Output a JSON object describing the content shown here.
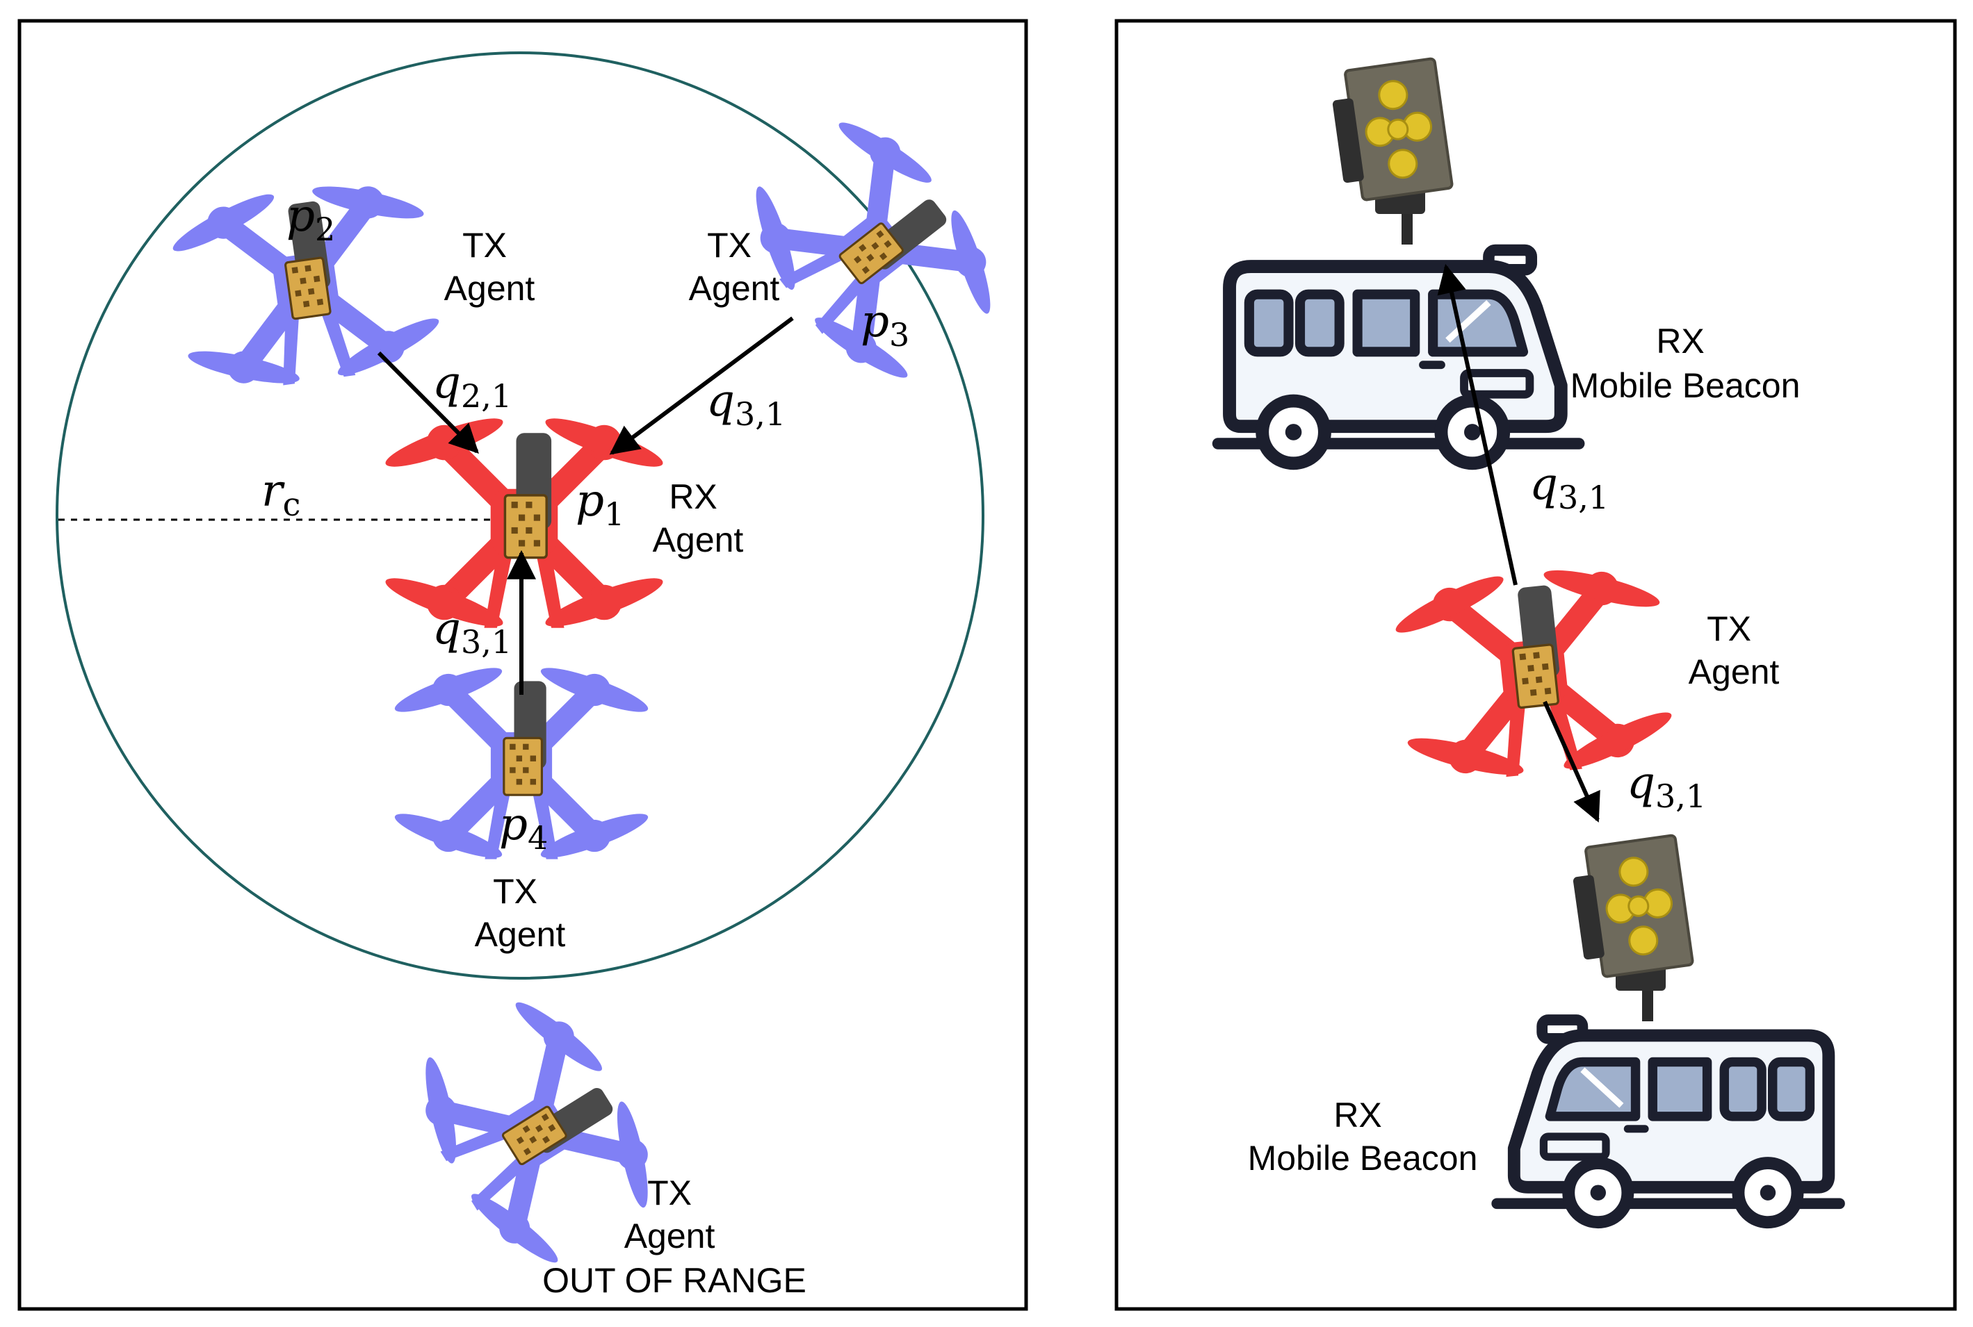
{
  "colors": {
    "tx_drone": "#8080f5",
    "rx_drone": "#f03c3c",
    "circle": "#1f6060",
    "arrow": "#000000",
    "pcb": "#d9a94a",
    "battery": "#4a4a4a",
    "panel": "#6e6a5c",
    "panel_pad": "#e0c22a",
    "van_outline": "#1c1f2e",
    "van_fill": "#f2f6fb"
  },
  "icons": {
    "tx_drone": "quadcopter-icon",
    "rx_drone": "quadcopter-icon",
    "beacon_vehicle": "van-icon",
    "beacon_panel": "antenna-panel-icon"
  },
  "left_panel": {
    "radius_label": {
      "base": "r",
      "sub": "c"
    },
    "agents": [
      {
        "id": "p2",
        "role": "TX",
        "base": "p",
        "sub": "2",
        "line1": "TX",
        "line2": "Agent"
      },
      {
        "id": "p3",
        "role": "TX",
        "base": "p",
        "sub": "3",
        "line1": "TX",
        "line2": "Agent"
      },
      {
        "id": "p1",
        "role": "RX",
        "base": "p",
        "sub": "1",
        "line1": "RX",
        "line2": "Agent"
      },
      {
        "id": "p4",
        "role": "TX",
        "base": "p",
        "sub": "4",
        "line1": "TX",
        "line2": "Agent"
      },
      {
        "id": "out",
        "role": "TX",
        "line1": "TX",
        "line2": "Agent",
        "line3": "OUT OF RANGE"
      }
    ],
    "links": [
      {
        "from": "p2",
        "to": "p1",
        "base": "q",
        "sub": "2,1"
      },
      {
        "from": "p3",
        "to": "p1",
        "base": "q",
        "sub": "3,1"
      },
      {
        "from": "p4",
        "to": "p1",
        "base": "q",
        "sub": "3,1"
      }
    ]
  },
  "right_panel": {
    "top_beacon": {
      "line1": "RX",
      "line2": "Mobile Beacon"
    },
    "agent": {
      "line1": "TX",
      "line2": "Agent"
    },
    "bottom_beacon": {
      "line1": "RX",
      "line2": "Mobile Beacon"
    },
    "links": [
      {
        "to": "top_beacon",
        "base": "q",
        "sub": "3,1"
      },
      {
        "to": "bottom_beacon",
        "base": "q",
        "sub": "3,1"
      }
    ]
  }
}
